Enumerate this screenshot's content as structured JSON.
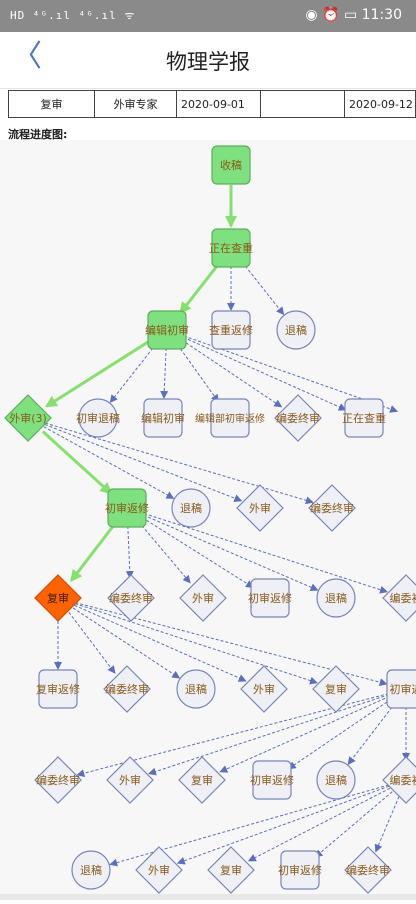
{
  "statusbar": {
    "left": "HD ⁴ᴳ.ıl ⁴ᴳ.ıl ᯤ",
    "right": "◉ ⏰ ▭ 11:30"
  },
  "navbar": {
    "back": "〈",
    "title": "物理学报"
  },
  "info": {
    "c1": "复审",
    "c2": "外审专家",
    "c3": "2020-09-01",
    "c4": "",
    "c5": "2020-09-12"
  },
  "progress_label": "流程进度图:",
  "colors": {
    "active_green": "#7ee07e",
    "current_orange": "#ff6200",
    "edge_active": "#86e06e",
    "edge_dashed": "#5a6fc0",
    "node_fill": "#eef0f6",
    "node_stroke": "#7a86b8",
    "label": "#8a5a1a"
  },
  "flow": {
    "nodes": [
      {
        "id": "n1",
        "label": "收稿",
        "shape": "rect",
        "state": "done"
      },
      {
        "id": "n2",
        "label": "正在查重",
        "shape": "rect",
        "state": "done"
      },
      {
        "id": "n3",
        "label": "编辑初审",
        "shape": "rect",
        "state": "done"
      },
      {
        "id": "n4",
        "label": "查重返修",
        "shape": "rect",
        "state": "pending"
      },
      {
        "id": "n5",
        "label": "退稿",
        "shape": "ellipse",
        "state": "pending"
      },
      {
        "id": "n6",
        "label": "外审(3)",
        "shape": "diamond",
        "state": "done"
      },
      {
        "id": "n7",
        "label": "初审退稿",
        "shape": "ellipse",
        "state": "pending"
      },
      {
        "id": "n8",
        "label": "编辑初审",
        "shape": "rect",
        "state": "pending"
      },
      {
        "id": "n9",
        "label": "编辑部初审返修",
        "shape": "rect",
        "state": "pending"
      },
      {
        "id": "n10",
        "label": "编委终审",
        "shape": "diamond",
        "state": "pending"
      },
      {
        "id": "n11",
        "label": "正在查重",
        "shape": "rect",
        "state": "pending"
      },
      {
        "id": "n12",
        "label": "初审返修",
        "shape": "rect",
        "state": "done"
      },
      {
        "id": "n13",
        "label": "退稿",
        "shape": "ellipse",
        "state": "pending"
      },
      {
        "id": "n14",
        "label": "外审",
        "shape": "diamond",
        "state": "pending"
      },
      {
        "id": "n15",
        "label": "编委终审",
        "shape": "diamond",
        "state": "pending"
      },
      {
        "id": "n16",
        "label": "复审",
        "shape": "diamond",
        "state": "current"
      },
      {
        "id": "n17",
        "label": "编委终审",
        "shape": "diamond",
        "state": "pending"
      },
      {
        "id": "n18",
        "label": "外审",
        "shape": "diamond",
        "state": "pending"
      },
      {
        "id": "n19",
        "label": "初审返修",
        "shape": "rect",
        "state": "pending"
      },
      {
        "id": "n20",
        "label": "退稿",
        "shape": "ellipse",
        "state": "pending"
      },
      {
        "id": "n21",
        "label": "编委初",
        "shape": "diamond",
        "state": "pending"
      },
      {
        "id": "n22",
        "label": "复审返修",
        "shape": "rect",
        "state": "pending"
      },
      {
        "id": "n23",
        "label": "编委终审",
        "shape": "diamond",
        "state": "pending"
      },
      {
        "id": "n24",
        "label": "退稿",
        "shape": "ellipse",
        "state": "pending"
      },
      {
        "id": "n25",
        "label": "外审",
        "shape": "diamond",
        "state": "pending"
      },
      {
        "id": "n26",
        "label": "复审",
        "shape": "diamond",
        "state": "pending"
      },
      {
        "id": "n27",
        "label": "初审返",
        "shape": "rect",
        "state": "pending"
      },
      {
        "id": "n28",
        "label": "编委终审",
        "shape": "diamond",
        "state": "pending"
      },
      {
        "id": "n29",
        "label": "外审",
        "shape": "diamond",
        "state": "pending"
      },
      {
        "id": "n30",
        "label": "复审",
        "shape": "diamond",
        "state": "pending"
      },
      {
        "id": "n31",
        "label": "初审返修",
        "shape": "rect",
        "state": "pending"
      },
      {
        "id": "n32",
        "label": "退稿",
        "shape": "ellipse",
        "state": "pending"
      },
      {
        "id": "n33",
        "label": "编委初",
        "shape": "diamond",
        "state": "pending"
      },
      {
        "id": "n34",
        "label": "退稿",
        "shape": "ellipse",
        "state": "pending"
      },
      {
        "id": "n35",
        "label": "外审",
        "shape": "diamond",
        "state": "pending"
      },
      {
        "id": "n36",
        "label": "复审",
        "shape": "diamond",
        "state": "pending"
      },
      {
        "id": "n37",
        "label": "初审返修",
        "shape": "rect",
        "state": "pending"
      },
      {
        "id": "n38",
        "label": "编委终审",
        "shape": "diamond",
        "state": "pending"
      }
    ],
    "active_path": [
      "n1",
      "n2",
      "n3",
      "n6",
      "n12",
      "n16"
    ]
  }
}
